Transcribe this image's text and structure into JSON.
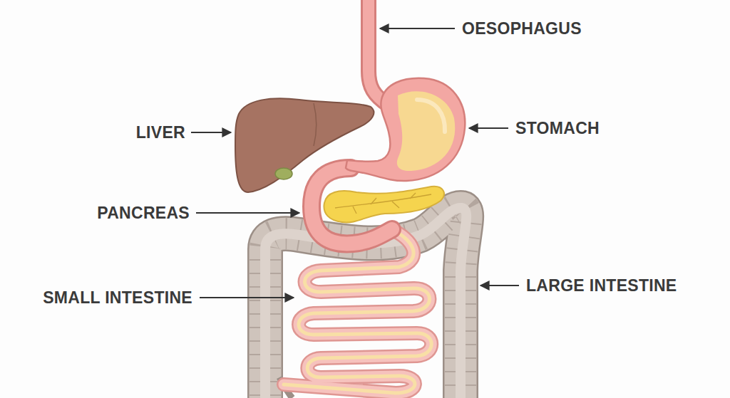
{
  "diagram": {
    "labels": [
      "OESOPHAGUS",
      "LIVER",
      "STOMACH",
      "PANCREAS",
      "LARGE INTESTINE",
      "SMALL INTESTINE"
    ]
  }
}
